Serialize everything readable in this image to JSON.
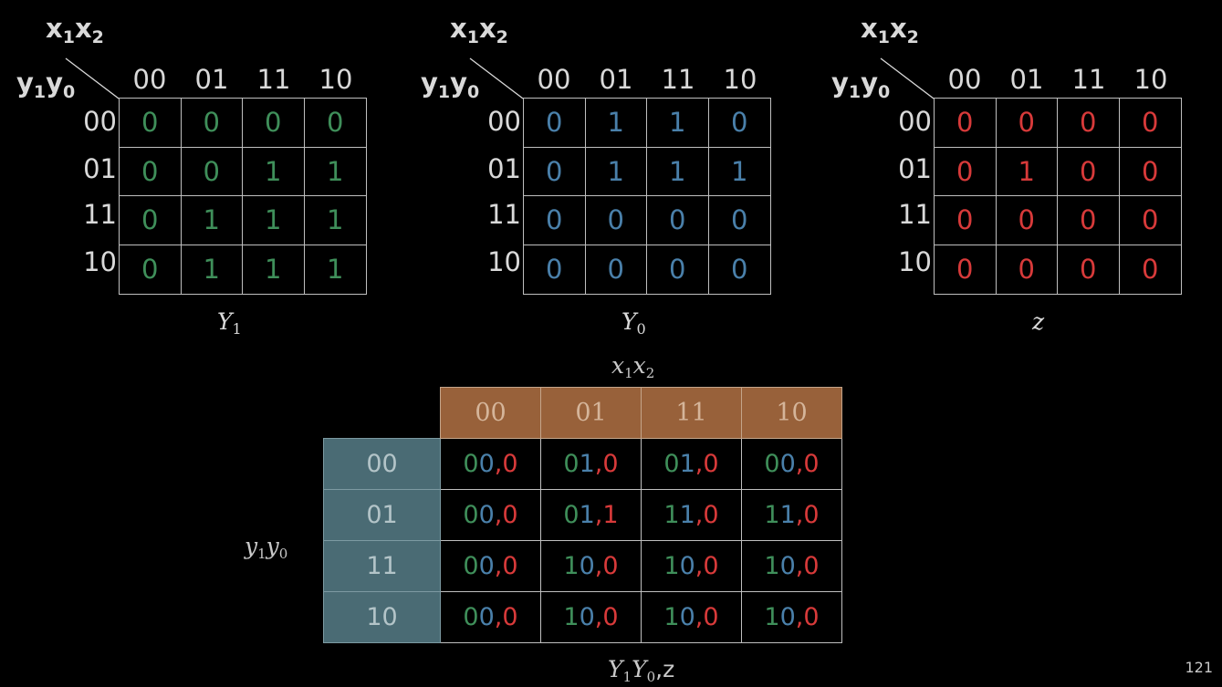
{
  "kmaps": [
    {
      "x_var": "x",
      "x_sub1": "1",
      "x_var2": "x",
      "x_sub2": "2",
      "y_var": "y",
      "y_sub1": "1",
      "y_var2": "y",
      "y_sub2": "0",
      "col_headers": [
        "00",
        "01",
        "11",
        "10"
      ],
      "row_headers": [
        "00",
        "01",
        "11",
        "10"
      ],
      "cells": [
        [
          "0",
          "0",
          "0",
          "0"
        ],
        [
          "0",
          "0",
          "1",
          "1"
        ],
        [
          "0",
          "1",
          "1",
          "1"
        ],
        [
          "0",
          "1",
          "1",
          "1"
        ]
      ],
      "name": "Y",
      "name_sub": "1",
      "color": "#3f8f5a"
    },
    {
      "x_var": "x",
      "x_sub1": "1",
      "x_var2": "x",
      "x_sub2": "2",
      "y_var": "y",
      "y_sub1": "1",
      "y_var2": "y",
      "y_sub2": "0",
      "col_headers": [
        "00",
        "01",
        "11",
        "10"
      ],
      "row_headers": [
        "00",
        "01",
        "11",
        "10"
      ],
      "cells": [
        [
          "0",
          "1",
          "1",
          "0"
        ],
        [
          "0",
          "1",
          "1",
          "1"
        ],
        [
          "0",
          "0",
          "0",
          "0"
        ],
        [
          "0",
          "0",
          "0",
          "0"
        ]
      ],
      "name": "Y",
      "name_sub": "0",
      "color": "#4a80aa"
    },
    {
      "x_var": "x",
      "x_sub1": "1",
      "x_var2": "x",
      "x_sub2": "2",
      "y_var": "y",
      "y_sub1": "1",
      "y_var2": "y",
      "y_sub2": "0",
      "col_headers": [
        "00",
        "01",
        "11",
        "10"
      ],
      "row_headers": [
        "00",
        "01",
        "11",
        "10"
      ],
      "cells": [
        [
          "0",
          "0",
          "0",
          "0"
        ],
        [
          "0",
          "1",
          "0",
          "0"
        ],
        [
          "0",
          "0",
          "0",
          "0"
        ],
        [
          "0",
          "0",
          "0",
          "0"
        ]
      ],
      "name": "z",
      "name_sub": "",
      "color": "#d83a3a"
    }
  ],
  "state_table": {
    "col_label": "x",
    "col_label_sub1": "1",
    "col_label2": "x",
    "col_label_sub2": "2",
    "row_label": "y",
    "row_label_sub1": "1",
    "row_label2": "y",
    "row_label_sub2": "0",
    "col_headers": [
      "00",
      "01",
      "11",
      "10"
    ],
    "row_headers": [
      "00",
      "01",
      "11",
      "10"
    ],
    "cells": [
      [
        [
          "0",
          "0",
          "0"
        ],
        [
          "0",
          "1",
          "0"
        ],
        [
          "0",
          "1",
          "0"
        ],
        [
          "0",
          "0",
          "0"
        ]
      ],
      [
        [
          "0",
          "0",
          "0"
        ],
        [
          "0",
          "1",
          "1"
        ],
        [
          "1",
          "1",
          "0"
        ],
        [
          "1",
          "1",
          "0"
        ]
      ],
      [
        [
          "0",
          "0",
          "0"
        ],
        [
          "1",
          "0",
          "0"
        ],
        [
          "1",
          "0",
          "0"
        ],
        [
          "1",
          "0",
          "0"
        ]
      ],
      [
        [
          "0",
          "0",
          "0"
        ],
        [
          "1",
          "0",
          "0"
        ],
        [
          "1",
          "0",
          "0"
        ],
        [
          "1",
          "0",
          "0"
        ]
      ]
    ],
    "caption_a": "Y",
    "caption_a_sub": "1",
    "caption_b": "Y",
    "caption_b_sub": "0",
    "caption_tail": ",z",
    "comma": ",",
    "header_color": "#98613a",
    "row_header_color": "#4a6b74"
  },
  "page_number": "121"
}
